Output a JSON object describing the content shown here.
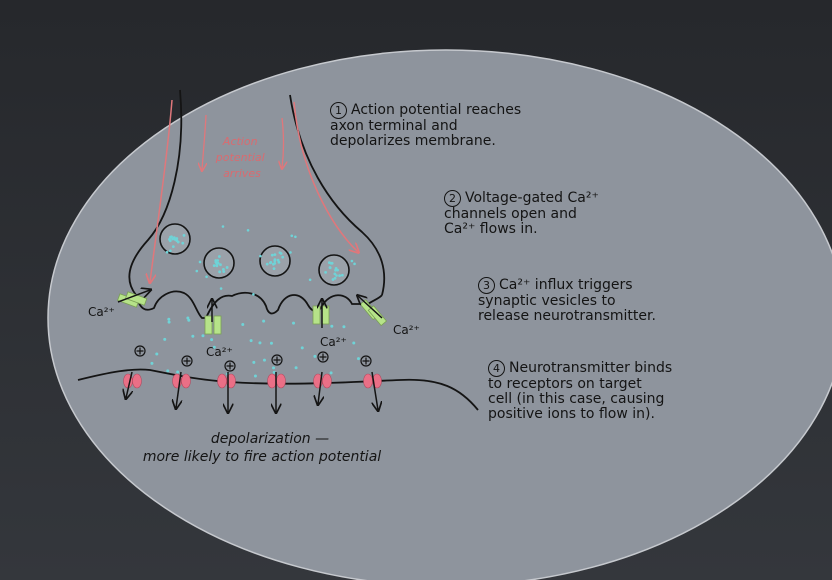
{
  "labels": {
    "action_arrives": "Action\npotential\narrives",
    "ca_left": "Ca²⁺",
    "ca_bottom_left": "Ca²⁺",
    "ca_bottom_right": "Ca²⁺",
    "ca_right": "Ca²⁺",
    "caption_line1": "depolarization —",
    "caption_line2": "more likely to fire action potential"
  },
  "steps": [
    {
      "num": "1",
      "text": "Action potential reaches\naxon terminal and\ndepolarizes membrane."
    },
    {
      "num": "2",
      "text": "Voltage-gated Ca²⁺\nchannels open and\nCa²⁺ flows in."
    },
    {
      "num": "3",
      "text": "Ca²⁺ influx triggers\nsynaptic vesicles to\nrelease neurotransmitter."
    },
    {
      "num": "4",
      "text": "Neurotransmitter binds\nto receptors on target\ncell (in this case, causing\npositive ions to flow in)."
    }
  ],
  "colors": {
    "ellipse_fill": "#8e949d",
    "ink": "#141414",
    "arrow_red": "#e0777b",
    "label_red": "#d96b70",
    "channel_green": "#b6e389",
    "receptor_pink": "#ea6f86",
    "nt_dot": "#6fd3d7"
  },
  "icons": {
    "plus": "circled-plus-icon"
  }
}
